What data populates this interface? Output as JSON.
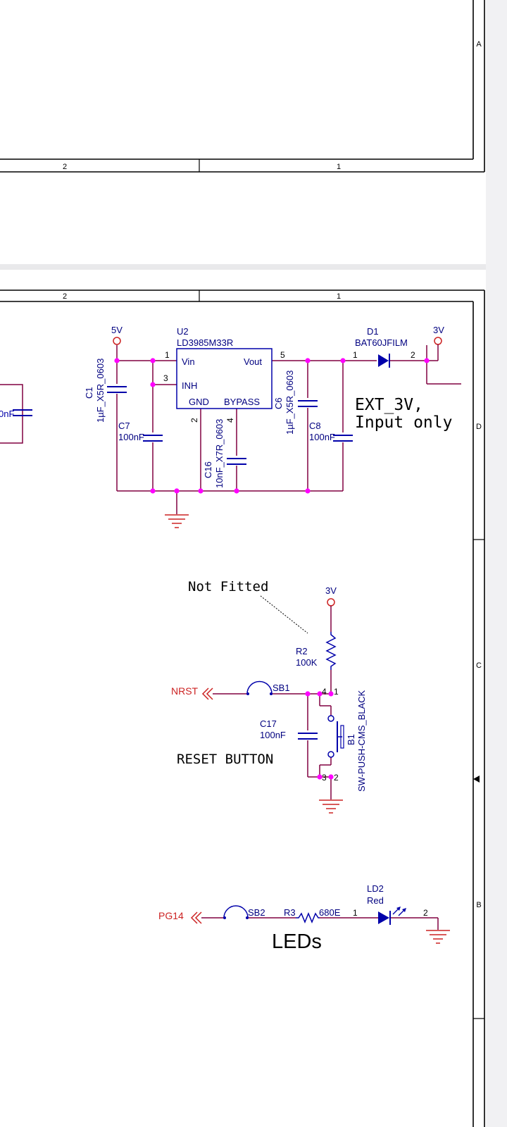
{
  "frame": {
    "top_page": {
      "zone_row": "A",
      "cols": [
        "2",
        "1"
      ]
    },
    "bottom_page": {
      "cols": [
        "2",
        "1"
      ],
      "zone_rows": [
        "D",
        "C",
        "B"
      ]
    }
  },
  "regulator": {
    "supply_5v": "5V",
    "supply_3v": "3V",
    "u2": {
      "ref": "U2",
      "part": "LD3985M33R",
      "pin_vin": "Vin",
      "pin_inh": "INH",
      "pin_gnd": "GND",
      "pin_bypass": "BYPASS",
      "pin_vout": "Vout",
      "n1": "1",
      "n3": "3",
      "n2": "2",
      "n4": "4",
      "n5": "5"
    },
    "c1": {
      "ref": "C1",
      "value": "1µF_X5R_0603"
    },
    "c7": {
      "ref": "C7",
      "value": "100nF"
    },
    "c16": {
      "ref": "C16",
      "value": "10nF_X7R_0603"
    },
    "c6": {
      "ref": "C6",
      "value": "1µF_X5R_0603"
    },
    "c8": {
      "ref": "C8",
      "value": "100nF"
    },
    "d1": {
      "ref": "D1",
      "part": "BAT60JFILM",
      "pin1": "1",
      "pin2": "2"
    },
    "partial_cap": "0nF",
    "ext_note_line1": "EXT_3V,",
    "ext_note_line2": "Input only"
  },
  "reset": {
    "not_fitted": "Not Fitted",
    "supply": "3V",
    "r2": {
      "ref": "R2",
      "value": "100K"
    },
    "nrst": "NRST",
    "sb1": "SB1",
    "c17": {
      "ref": "C17",
      "value": "100nF"
    },
    "b1": {
      "ref": "B1",
      "part": "SW-PUSH-CMS_BLACK",
      "p4": "4",
      "p1": "1",
      "p3": "3",
      "p2": "2"
    },
    "title": "RESET BUTTON"
  },
  "leds": {
    "pg14": "PG14",
    "sb2": "SB2",
    "r3": {
      "ref": "R3",
      "value": "680E"
    },
    "ld2": {
      "ref": "LD2",
      "color": "Red",
      "pin1": "1",
      "pin2": "2"
    },
    "title": "LEDs"
  },
  "colors": {
    "wire": "#800040",
    "part": "#0000aa",
    "junction": "#ff00ff",
    "port": "#cc2222",
    "frame": "#000000"
  }
}
